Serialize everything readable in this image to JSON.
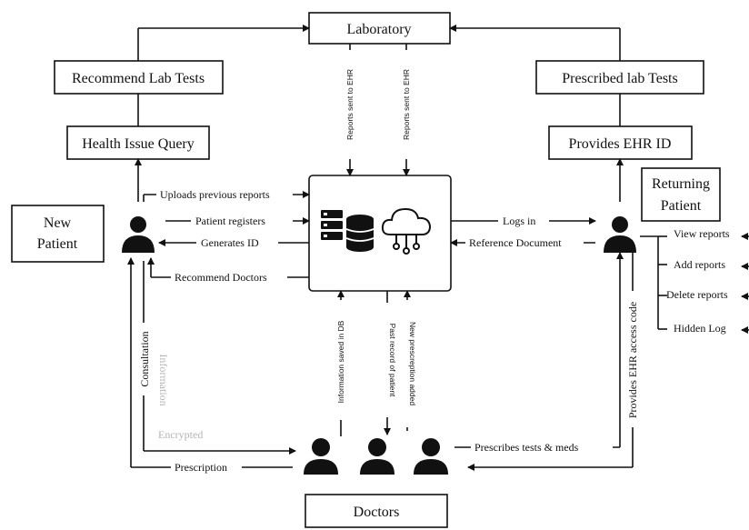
{
  "boxes": {
    "laboratory": "Laboratory",
    "recommend_lab_tests": "Recommend Lab Tests",
    "health_issue_query": "Health Issue Query",
    "prescribed_lab_tests": "Prescribed lab Tests",
    "provides_ehr_id": "Provides EHR ID",
    "new_patient_line1": "New",
    "new_patient_line2": "Patient",
    "returning_patient_line1": "Returning",
    "returning_patient_line2": "Patient",
    "doctors": "Doctors"
  },
  "left_flows": {
    "uploads_previous_reports": "Uploads previous reports",
    "patient_registers": "Patient registers",
    "generates_id": "Generates ID",
    "recommend_doctors": "Recommend Doctors"
  },
  "right_flows": {
    "logs_in": "Logs in",
    "reference_document": "Reference Document"
  },
  "returning_actions": [
    "View reports",
    "Add reports",
    "Delete reports",
    "Hidden Log"
  ],
  "vertical_labels": {
    "reports_sent_1": "Reports sent to EHR",
    "reports_sent_2": "Reports sent to EHR",
    "information_saved": "Information saved in DB",
    "past_record": "Past record of patient",
    "new_prescription": "New prescreption added",
    "provides_ehr_access": "Provides EHR access code",
    "consultation": "Consultation",
    "information": "Information"
  },
  "bottom_flows": {
    "encrypted": "Encrypted",
    "prescription": "Prescription",
    "prescribes": "Prescribes tests & meds"
  },
  "icons": [
    "person-icon",
    "database-server-icon",
    "cloud-network-icon",
    "arrow-icon"
  ]
}
